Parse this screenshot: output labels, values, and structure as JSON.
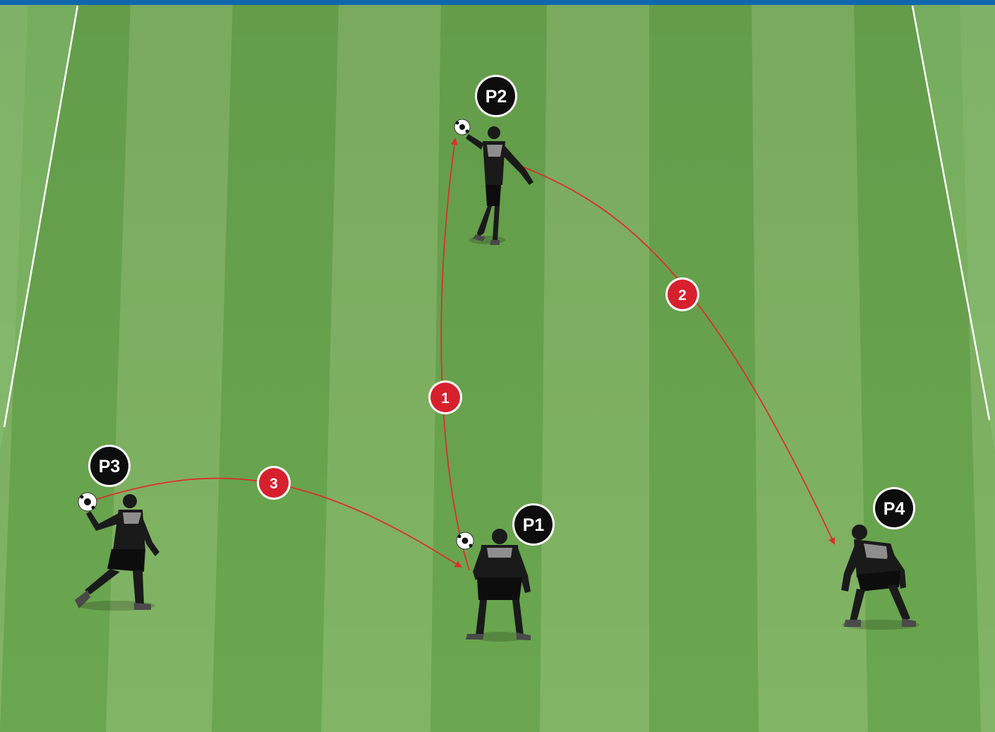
{
  "colors": {
    "top_bar": "#1266ad",
    "grass_dark": "#6aa64f",
    "grass_light": "#81b464",
    "grass_edge": "#8dc477",
    "line": "#ffffff",
    "arrow": "#d9302e",
    "step_badge": "#d7202d",
    "player_badge": "#0d0d0d",
    "kit": "#1a1a1a",
    "kit_accent": "#8e8e8e"
  },
  "players": [
    {
      "id": "p1",
      "label": "P1",
      "has_ball": true
    },
    {
      "id": "p2",
      "label": "P2",
      "has_ball": true
    },
    {
      "id": "p3",
      "label": "P3",
      "has_ball": true
    },
    {
      "id": "p4",
      "label": "P4",
      "has_ball": false
    }
  ],
  "passes": [
    {
      "step": "1",
      "from": "P1",
      "to": "P2"
    },
    {
      "step": "2",
      "from": "P2",
      "to": "P4"
    },
    {
      "step": "3",
      "from": "P3",
      "to": "P1"
    }
  ]
}
